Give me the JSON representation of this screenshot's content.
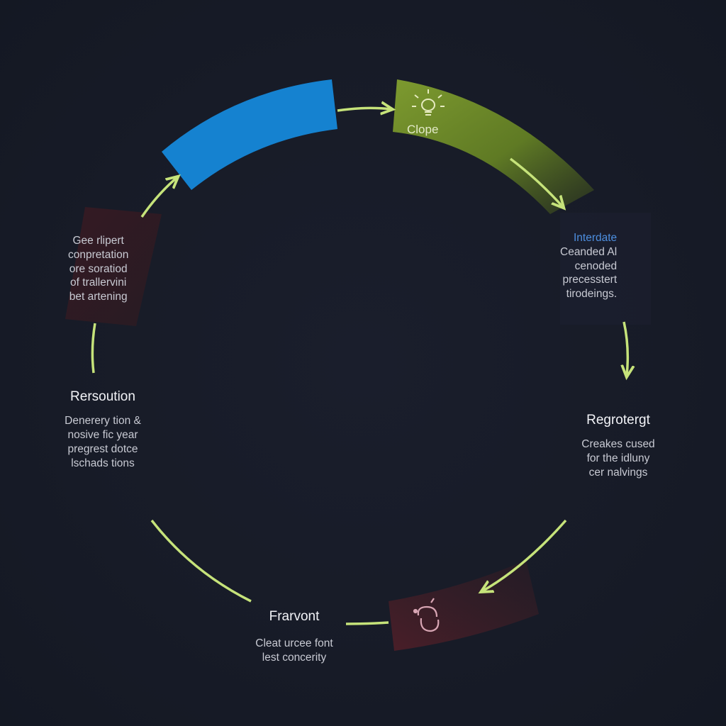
{
  "diagram": {
    "top_right_segment": {
      "label": "Clope",
      "icon": "lightbulb-icon"
    },
    "right_panel": {
      "heading": "Interdate",
      "lines": [
        "Ceanded Al",
        "cenoded",
        "precesstert",
        "tirodeings."
      ]
    },
    "right_node": {
      "title": "Regrotergt",
      "lines": [
        "Creakes cused",
        "for the idluny",
        "cer nalvings"
      ]
    },
    "bottom_node": {
      "title": "Frarvont",
      "lines": [
        "Cleat urcee font",
        "lest concerity"
      ]
    },
    "bottom_right_segment": {
      "icon": "mouse-hand-icon"
    },
    "left_node": {
      "title": "Rersoution",
      "lines": [
        "Denerery tion &",
        "nosive fic year",
        "pregrest dotce",
        "lschads tions"
      ]
    },
    "left_panel": {
      "lines": [
        "Gee rlipert",
        "conpretation",
        "ore soratiod",
        "of trallervini",
        "bet artening"
      ]
    }
  },
  "colors": {
    "background": "#181c29",
    "arrow": "#c6e37a",
    "blue_segment": "#1582d0",
    "green_segment": "#7a9630",
    "red_panel": "#3a1e26",
    "accent_text": "#4d8fe0"
  }
}
